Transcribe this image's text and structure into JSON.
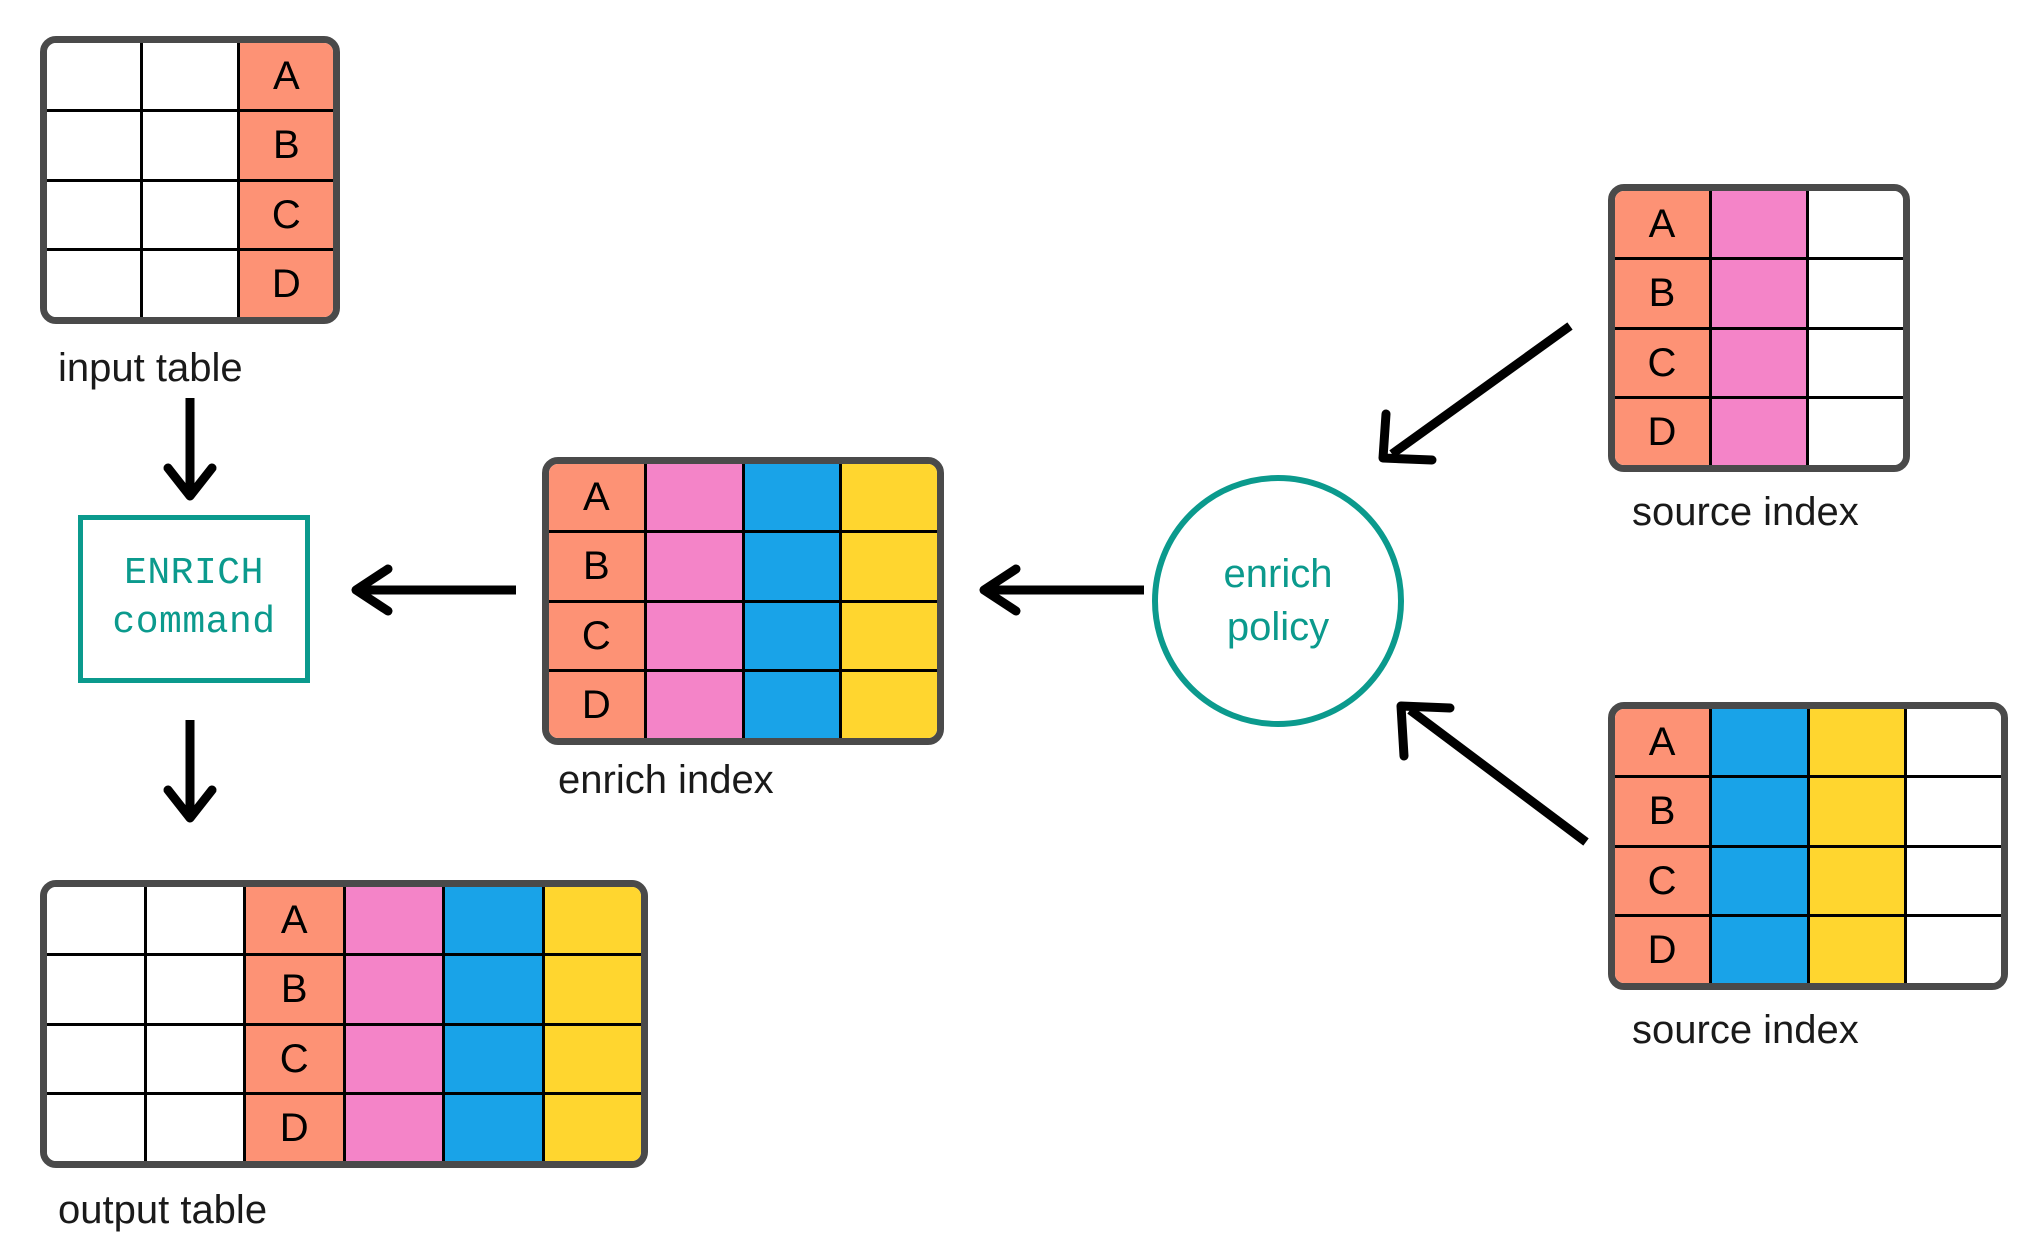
{
  "palette": {
    "orange": "#FD9275",
    "pink": "#F484C8",
    "blue": "#19A3E8",
    "yellow": "#FFD62F",
    "white": "#FFFFFF",
    "teal": "#0b9a8d",
    "outline": "#4a4a4a",
    "gridline": "#000000",
    "arrow": "#000000",
    "background": "#FFFFFF"
  },
  "labels": {
    "input_table": "input table",
    "enrich_index": "enrich index",
    "output_table": "output table",
    "source_index_top": "source index",
    "source_index_bottom": "source index"
  },
  "enrich_command": {
    "line1": "ENRICH",
    "line2": "command"
  },
  "enrich_policy": {
    "line1": "enrich",
    "line2": "policy"
  },
  "tables": {
    "input_table": {
      "name": "input table",
      "columns": 3,
      "column_colors": [
        "white",
        "white",
        "orange"
      ],
      "rows": [
        [
          "",
          "",
          "A"
        ],
        [
          "",
          "",
          "B"
        ],
        [
          "",
          "",
          "C"
        ],
        [
          "",
          "",
          "D"
        ]
      ]
    },
    "enrich_index": {
      "name": "enrich index",
      "columns": 4,
      "column_colors": [
        "orange",
        "pink",
        "blue",
        "yellow"
      ],
      "rows": [
        [
          "A",
          "",
          "",
          ""
        ],
        [
          "B",
          "",
          "",
          ""
        ],
        [
          "C",
          "",
          "",
          ""
        ],
        [
          "D",
          "",
          "",
          ""
        ]
      ]
    },
    "output_table": {
      "name": "output table",
      "columns": 6,
      "column_colors": [
        "white",
        "white",
        "orange",
        "pink",
        "blue",
        "yellow"
      ],
      "rows": [
        [
          "",
          "",
          "A",
          "",
          "",
          ""
        ],
        [
          "",
          "",
          "B",
          "",
          "",
          ""
        ],
        [
          "",
          "",
          "C",
          "",
          "",
          ""
        ],
        [
          "",
          "",
          "D",
          "",
          "",
          ""
        ]
      ]
    },
    "source_index_top": {
      "name": "source index",
      "columns": 3,
      "column_colors": [
        "orange",
        "pink",
        "white"
      ],
      "rows": [
        [
          "A",
          "",
          ""
        ],
        [
          "B",
          "",
          ""
        ],
        [
          "C",
          "",
          ""
        ],
        [
          "D",
          "",
          ""
        ]
      ]
    },
    "source_index_bottom": {
      "name": "source index",
      "columns": 4,
      "column_colors": [
        "orange",
        "blue",
        "yellow",
        "white"
      ],
      "rows": [
        [
          "A",
          "",
          "",
          ""
        ],
        [
          "B",
          "",
          "",
          ""
        ],
        [
          "C",
          "",
          "",
          ""
        ],
        [
          "D",
          "",
          "",
          ""
        ]
      ]
    }
  },
  "arrows": [
    {
      "name": "input-to-enrich-command",
      "direction": "down"
    },
    {
      "name": "enrich-command-to-output",
      "direction": "down"
    },
    {
      "name": "enrich-index-to-command",
      "direction": "left"
    },
    {
      "name": "policy-to-enrich-index",
      "direction": "left"
    },
    {
      "name": "source-index-top-to-policy",
      "direction": "down-left"
    },
    {
      "name": "source-index-bottom-to-policy",
      "direction": "up-left"
    }
  ]
}
